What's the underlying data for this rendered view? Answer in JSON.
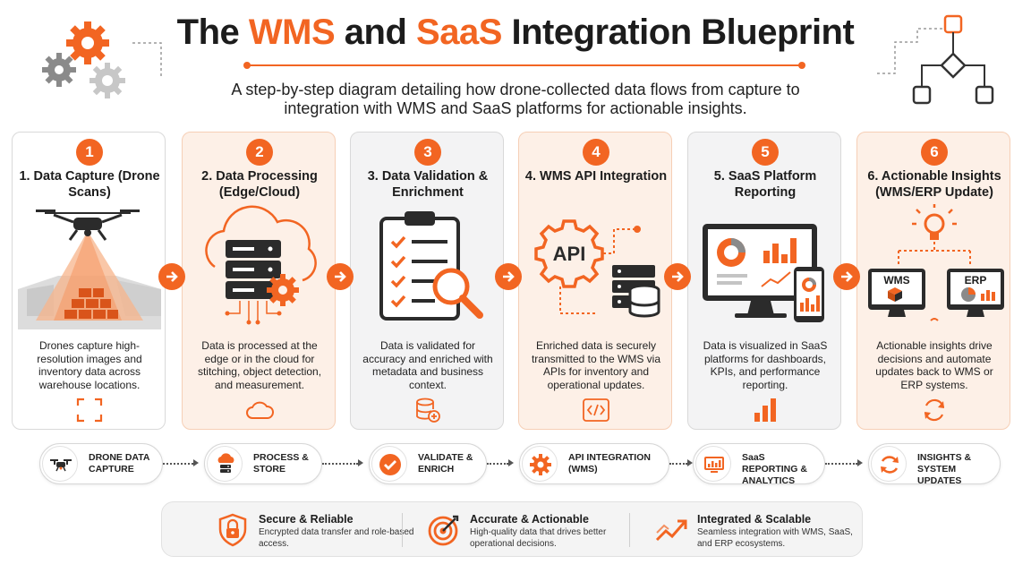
{
  "header": {
    "title_prefix": "The ",
    "title_hl1": "WMS",
    "title_mid": " and ",
    "title_hl2": "SaaS",
    "title_suffix": " Integration Blueprint",
    "subtitle": "A step-by-step diagram detailing how drone-collected data flows from capture to integration with WMS and SaaS platforms for actionable insights."
  },
  "steps": [
    {
      "num": "1",
      "title": "1. Data Capture (Drone Scans)",
      "desc": "Drones capture high-resolution images and inventory data across warehouse locations."
    },
    {
      "num": "2",
      "title": "2. Data Processing (Edge/Cloud)",
      "desc": "Data is processed at the edge or in the cloud for stitching, object detection, and measurement."
    },
    {
      "num": "3",
      "title": "3. Data Validation & Enrichment",
      "desc": "Data is validated for accuracy and enriched with metadata and business context."
    },
    {
      "num": "4",
      "title": "4. WMS API Integration",
      "desc": "Enriched data is securely transmitted to the WMS via APIs for inventory and operational updates."
    },
    {
      "num": "5",
      "title": "5. SaaS Platform Reporting",
      "desc": "Data is visualized in SaaS platforms for dashboards, KPIs, and performance reporting."
    },
    {
      "num": "6",
      "title": "6. Actionable Insights (WMS/ERP Update)",
      "desc": "Actionable insights drive decisions and automate updates back to WMS or ERP systems."
    }
  ],
  "illus_text": {
    "api": "API",
    "wms": "WMS",
    "erp": "ERP"
  },
  "pipeline": [
    {
      "label": "DRONE DATA CAPTURE"
    },
    {
      "label": "PROCESS & STORE"
    },
    {
      "label": "VALIDATE & ENRICH"
    },
    {
      "label": "API INTEGRATION (WMS)"
    },
    {
      "label": "SaaS REPORTING & ANALYTICS"
    },
    {
      "label": "INSIGHTS & SYSTEM UPDATES"
    }
  ],
  "features": [
    {
      "title": "Secure & Reliable",
      "desc": "Encrypted data transfer and role-based access."
    },
    {
      "title": "Accurate & Actionable",
      "desc": "High-quality data that drives better operational decisions."
    },
    {
      "title": "Integrated & Scalable",
      "desc": "Seamless integration with WMS, SaaS, and ERP ecosystems."
    }
  ],
  "colors": {
    "accent": "#f26522",
    "dark": "#2b2b2b",
    "grey": "#8a8a8a"
  },
  "icons": [
    "gears-icon",
    "flowchart-icon",
    "drone-icon",
    "cloud-server-icon",
    "clipboard-checklist-icon",
    "api-gear-icon",
    "dashboard-monitor-icon",
    "wms-erp-lightbulb-icon",
    "scan-frame-icon",
    "cloud-icon",
    "database-add-icon",
    "code-icon",
    "bar-chart-icon",
    "refresh-icon",
    "checkmark-icon",
    "lock-icon",
    "target-icon",
    "trend-up-icon"
  ]
}
